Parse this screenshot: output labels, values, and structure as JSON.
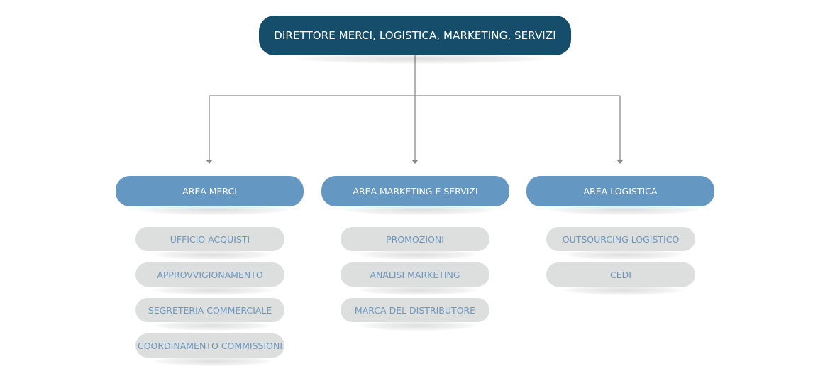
{
  "root": {
    "label": "DIRETTORE MERCI, LOGISTICA, MARKETING, SERVIZI"
  },
  "areas": [
    {
      "label": "AREA MERCI",
      "items": [
        "UFFICIO ACQUISTI",
        "APPROVVIGIONAMENTO",
        "SEGRETERIA COMMERCIALE",
        "COORDINAMENTO COMMISSIONI"
      ]
    },
    {
      "label": "AREA MARKETING E SERVIZI",
      "items": [
        "PROMOZIONI",
        "ANALISI MARKETING",
        "MARCA DEL DISTRIBUTORE"
      ]
    },
    {
      "label": "AREA LOGISTICA",
      "items": [
        "OUTSOURCING LOGISTICO",
        "CEDI"
      ]
    }
  ],
  "colors": {
    "root_fill": "#164d6a",
    "area_fill": "#6497c1",
    "item_fill": "#dcdfde",
    "item_text": "#6d97bf",
    "connector": "#8a8a8a"
  }
}
